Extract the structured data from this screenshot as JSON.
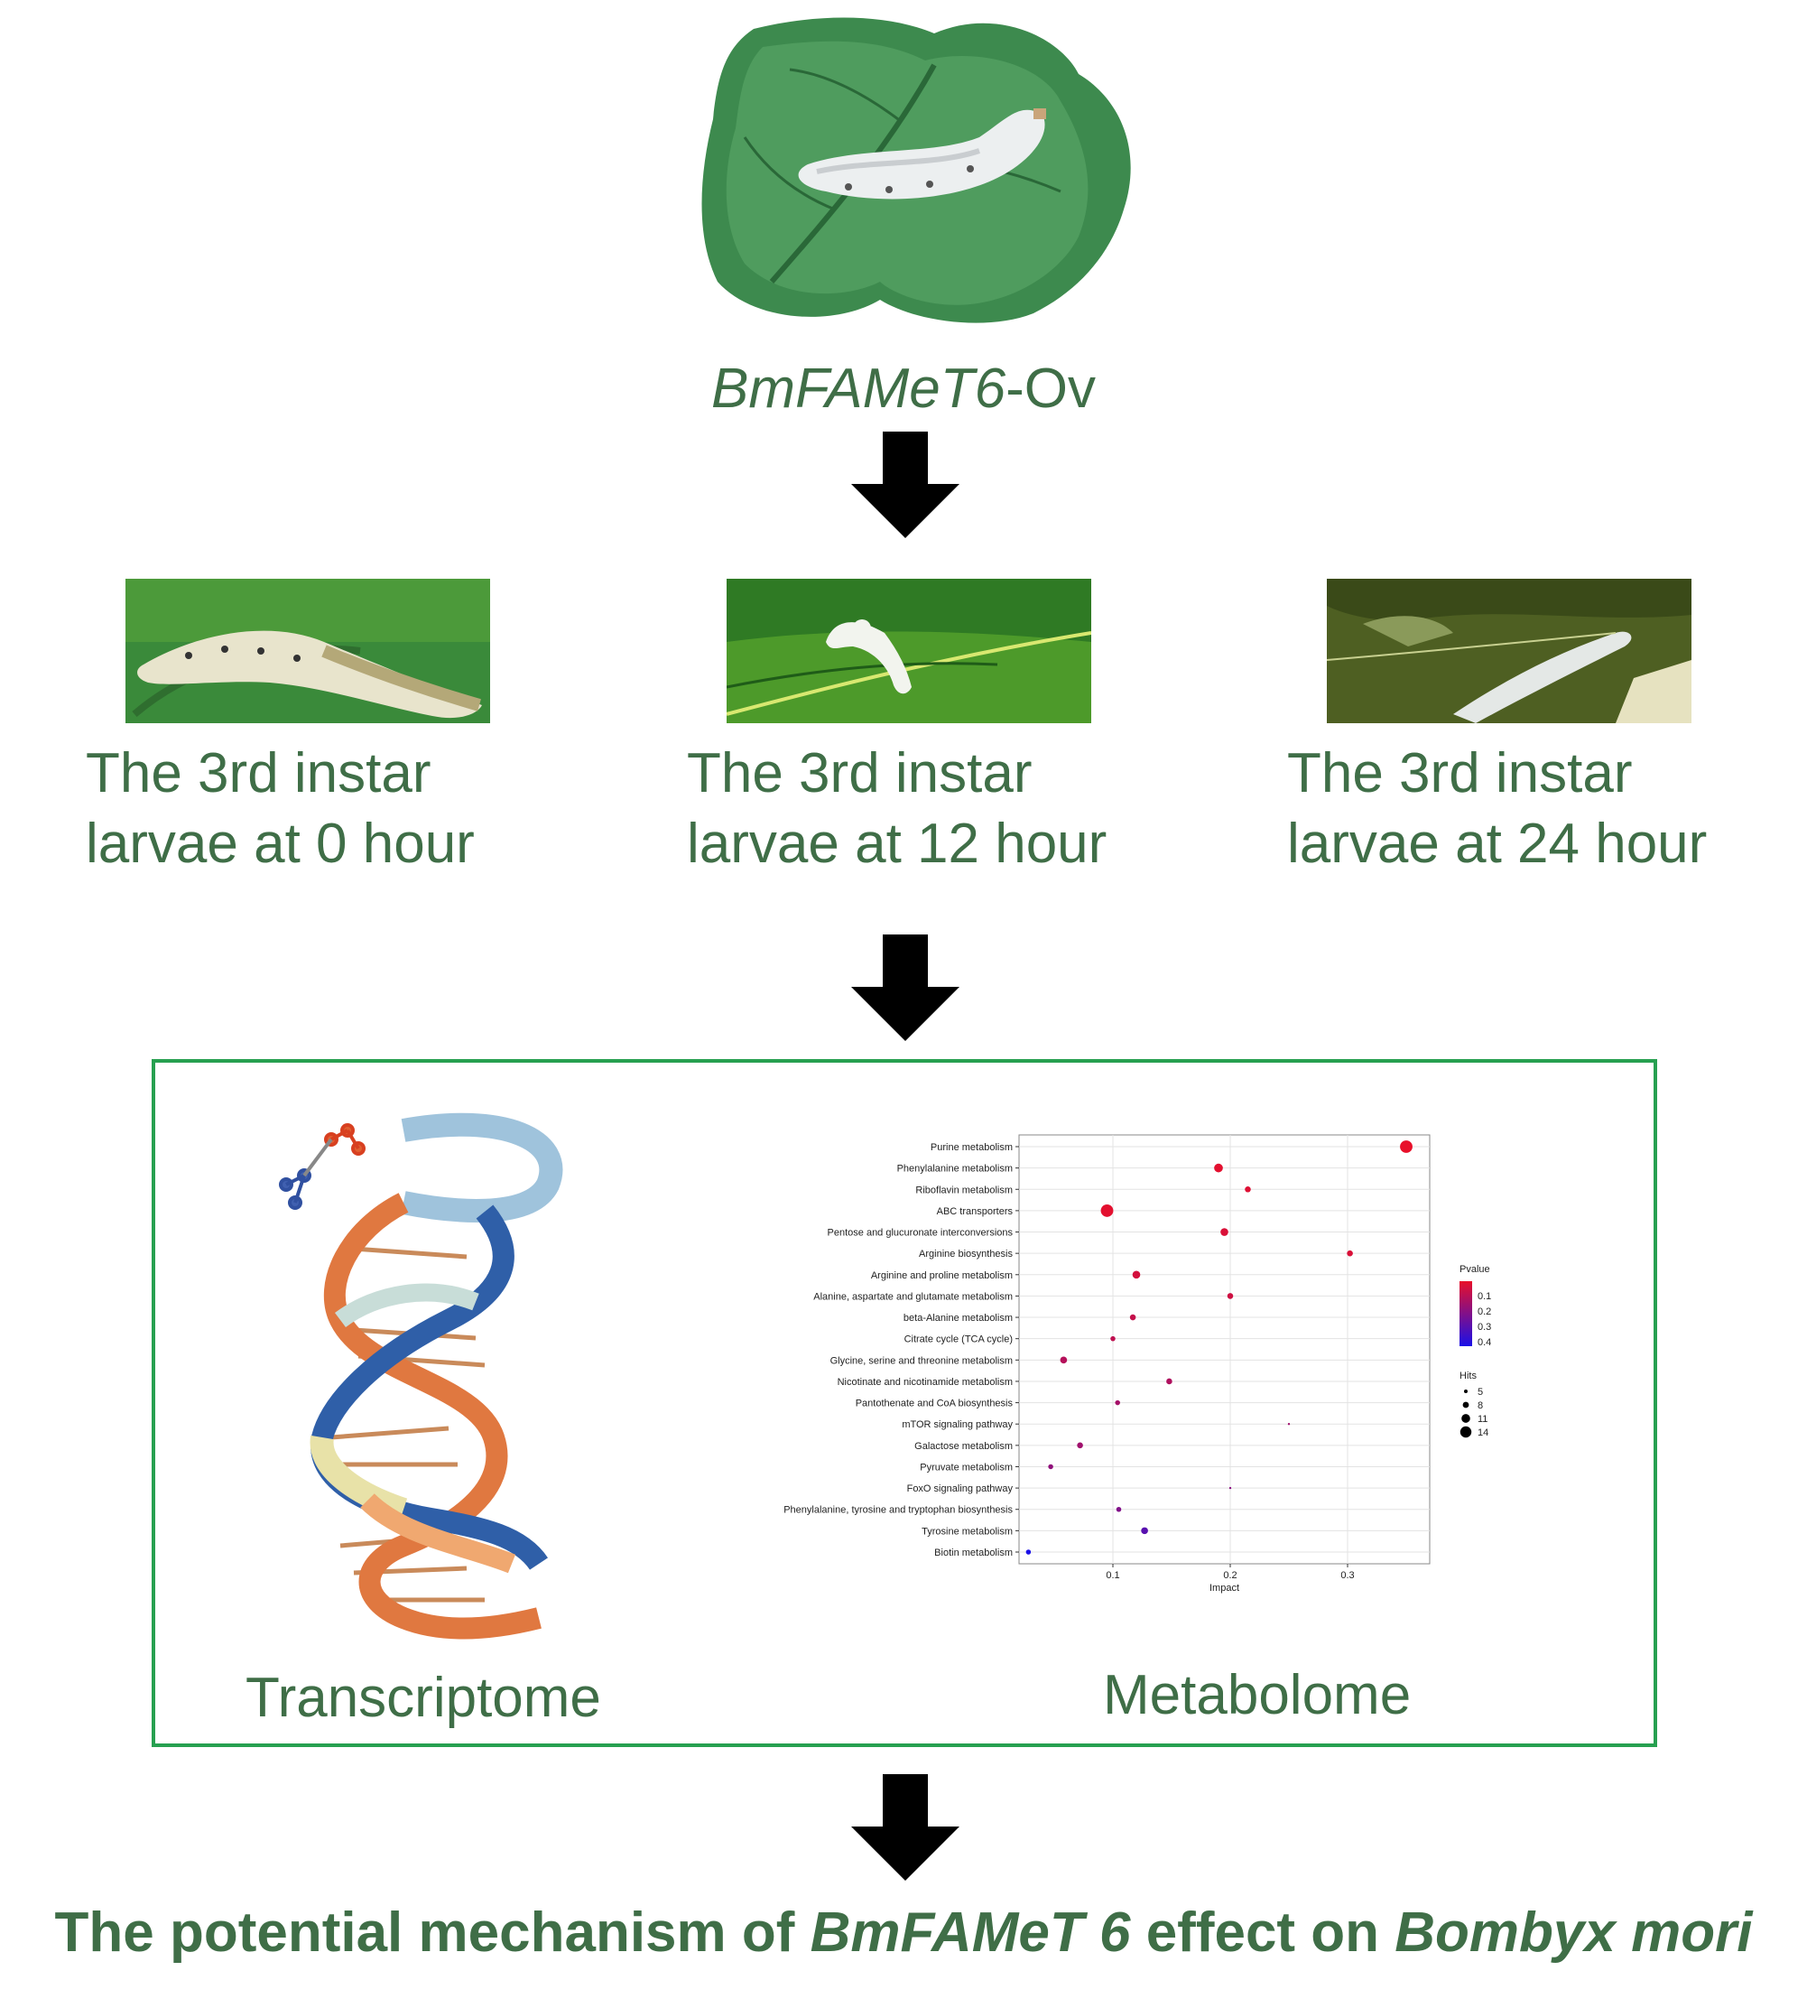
{
  "top": {
    "construct_italic": "BmFAMeT6",
    "construct_suffix": "-Ov"
  },
  "stages": [
    {
      "line1": "The 3rd instar",
      "line2": "larvae at 0 hour"
    },
    {
      "line1": "The 3rd instar",
      "line2": "larvae at 12 hour"
    },
    {
      "line1": "The 3rd instar",
      "line2": "larvae at 24 hour"
    }
  ],
  "omics": {
    "left_label": "Transcriptome",
    "right_label": "Metabolome"
  },
  "final": {
    "part1": "The potential mechanism of ",
    "italic1": "BmFAMeT 6",
    "part2": " effect on ",
    "italic2": "Bombyx mori"
  },
  "chart_data": {
    "type": "scatter",
    "xlabel": "Impact",
    "x_ticks": [
      "0.1",
      "0.2",
      "0.3"
    ],
    "xlim": [
      0.02,
      0.37
    ],
    "legend_color_title": "Pvalue",
    "legend_color_ticks": [
      "0.1",
      "0.2",
      "0.3",
      "0.4"
    ],
    "legend_size_title": "Hits",
    "legend_size_ticks": [
      "5",
      "8",
      "11",
      "14"
    ],
    "legend_position": "right",
    "grid": true,
    "colors": {
      "low_p": "#e8102a",
      "high_p": "#1a10e8"
    },
    "points": [
      {
        "pathway": "Purine metabolism",
        "impact": 0.35,
        "pvalue": 0.02,
        "hits": 14
      },
      {
        "pathway": "Phenylalanine metabolism",
        "impact": 0.19,
        "pvalue": 0.03,
        "hits": 10
      },
      {
        "pathway": "Riboflavin metabolism",
        "impact": 0.215,
        "pvalue": 0.04,
        "hits": 7
      },
      {
        "pathway": "ABC transporters",
        "impact": 0.095,
        "pvalue": 0.03,
        "hits": 14
      },
      {
        "pathway": "Pentose and glucuronate interconversions",
        "impact": 0.195,
        "pvalue": 0.05,
        "hits": 9
      },
      {
        "pathway": "Arginine biosynthesis",
        "impact": 0.302,
        "pvalue": 0.05,
        "hits": 7
      },
      {
        "pathway": "Arginine and proline metabolism",
        "impact": 0.12,
        "pvalue": 0.06,
        "hits": 9
      },
      {
        "pathway": "Alanine, aspartate and glutamate metabolism",
        "impact": 0.2,
        "pvalue": 0.07,
        "hits": 7
      },
      {
        "pathway": "beta-Alanine metabolism",
        "impact": 0.117,
        "pvalue": 0.09,
        "hits": 7
      },
      {
        "pathway": "Citrate cycle (TCA cycle)",
        "impact": 0.1,
        "pvalue": 0.1,
        "hits": 6
      },
      {
        "pathway": "Glycine, serine and threonine metabolism",
        "impact": 0.058,
        "pvalue": 0.12,
        "hits": 8
      },
      {
        "pathway": "Nicotinate and nicotinamide metabolism",
        "impact": 0.148,
        "pvalue": 0.13,
        "hits": 7
      },
      {
        "pathway": "Pantothenate and CoA biosynthesis",
        "impact": 0.104,
        "pvalue": 0.15,
        "hits": 6
      },
      {
        "pathway": "mTOR signaling pathway",
        "impact": 0.25,
        "pvalue": 0.16,
        "hits": 3
      },
      {
        "pathway": "Galactose metabolism",
        "impact": 0.072,
        "pvalue": 0.16,
        "hits": 7
      },
      {
        "pathway": "Pyruvate metabolism",
        "impact": 0.047,
        "pvalue": 0.19,
        "hits": 6
      },
      {
        "pathway": "FoxO signaling pathway",
        "impact": 0.2,
        "pvalue": 0.2,
        "hits": 3
      },
      {
        "pathway": "Phenylalanine, tyrosine and tryptophan biosynthesis",
        "impact": 0.105,
        "pvalue": 0.22,
        "hits": 6
      },
      {
        "pathway": "Tyrosine metabolism",
        "impact": 0.127,
        "pvalue": 0.3,
        "hits": 8
      },
      {
        "pathway": "Biotin metabolism",
        "impact": 0.028,
        "pvalue": 0.42,
        "hits": 6
      }
    ]
  }
}
